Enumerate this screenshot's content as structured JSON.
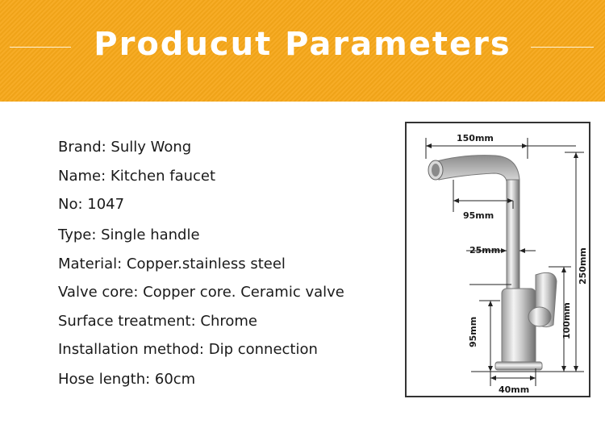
{
  "banner": {
    "title": "Producut  Parameters"
  },
  "specs": [
    "Brand: Sully Wong",
    "Name:  Kitchen faucet",
    "No: 1047",
    "Type: Single handle",
    "Material: Copper.stainless steel",
    "Valve core: Copper core. Ceramic valve",
    "Surface treatment: Chrome",
    "Installation method: Dip connection",
    "Hose length: 60cm"
  ],
  "dimensions": {
    "width_top": "150mm",
    "spout_reach": "95mm",
    "tube_diameter": "25mm",
    "total_height": "250mm",
    "body_height": "100mm",
    "base_height": "95mm",
    "base_width": "40mm"
  },
  "colors": {
    "banner": "#f7a81a",
    "title": "#ffffff"
  }
}
